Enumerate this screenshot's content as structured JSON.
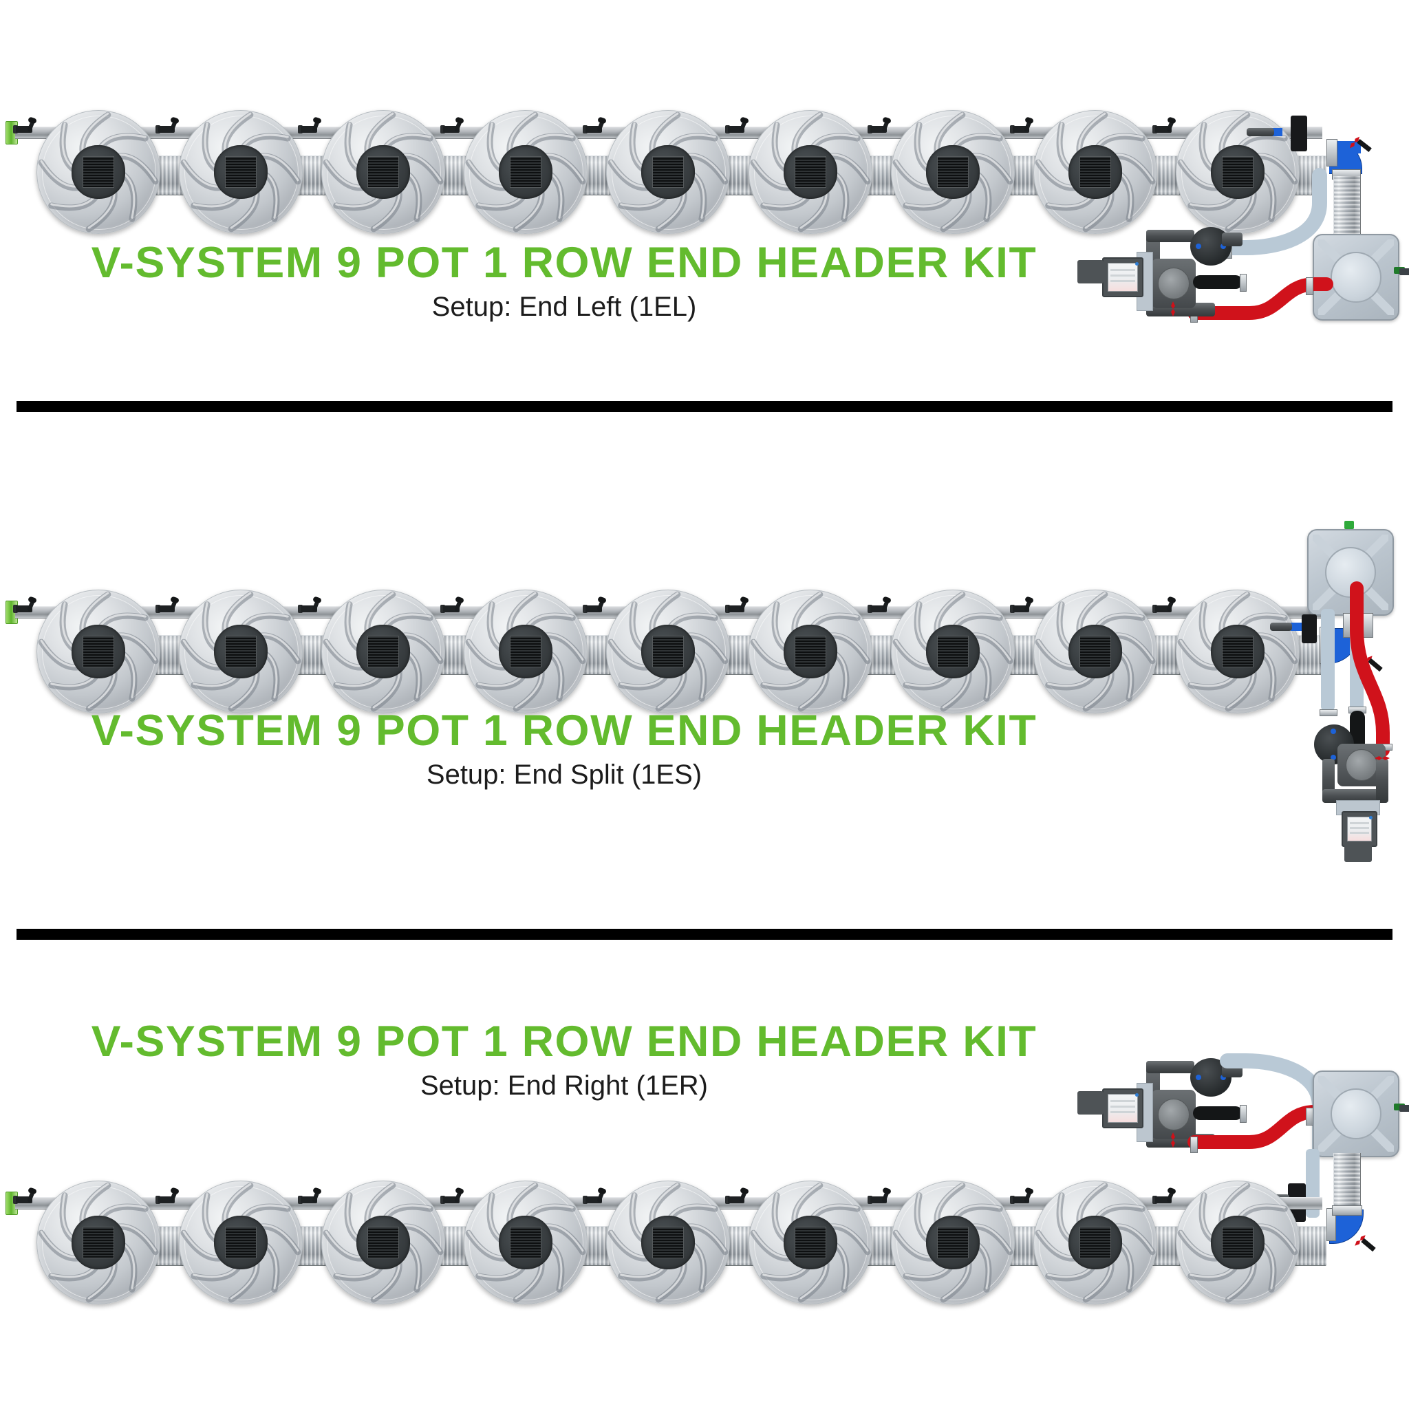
{
  "document": {
    "type": "product-diagram",
    "background_color": "#ffffff",
    "accent_green": "#63bb2e",
    "text_color": "#1c1c1c",
    "divider_color": "#000000"
  },
  "panels": [
    {
      "id": "panel-1",
      "title": "V-SYSTEM 9 POT 1 ROW END HEADER KIT",
      "subtitle": "Setup: End Left (1EL)",
      "pot_count": 9,
      "row_position": "above-title",
      "header_position": "right",
      "header_orientation": "horizontal"
    },
    {
      "id": "panel-2",
      "title": "V-SYSTEM 9 POT 1 ROW END HEADER KIT",
      "subtitle": "Setup: End Split (1ES)",
      "pot_count": 9,
      "row_position": "above-title",
      "header_position": "right",
      "header_orientation": "vertical"
    },
    {
      "id": "panel-3",
      "title": "V-SYSTEM 9 POT 1 ROW END HEADER KIT",
      "subtitle": "Setup: End Right (1ER)",
      "pot_count": 9,
      "row_position": "below-title",
      "header_position": "right",
      "header_orientation": "horizontal-mirrored"
    }
  ],
  "components": {
    "pot": "pot-with-swirl-lid",
    "supply_pipe": "thin-upper-supply-pipe",
    "drain_pipe": "thick-corrugated-drain-pipe",
    "dripper": "black-drip-valve-fitting",
    "end_cap": "green-end-cap",
    "tank": "square-reservoir-brain",
    "pump": "water-pump-head",
    "timer": "digital-timer-controller",
    "blue_elbow": "blue-elbow-fitting",
    "hose_blue": "light-blue-feed-hose",
    "hose_red": "red-return-hose",
    "valve": "red-handle-valve"
  },
  "colors": {
    "green_title": "#63bb2e",
    "hose_red": "#d0121b",
    "hose_blue": "#b9c9d6",
    "elbow_blue": "#1d62d8",
    "pipe_grey": "#b5bbc1",
    "hub_dark": "#2b2f31"
  }
}
